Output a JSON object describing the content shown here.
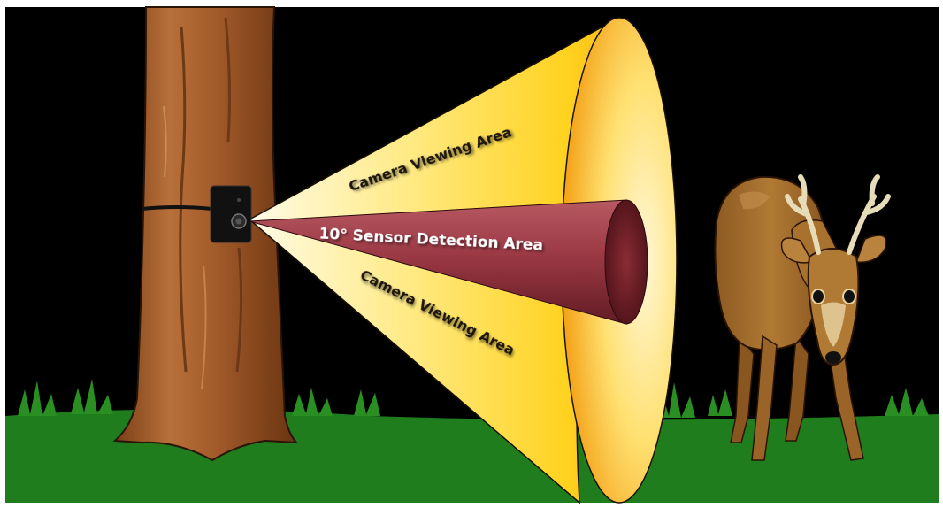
{
  "labels": {
    "camera_top": "Camera Viewing Area",
    "sensor": "10° Sensor Detection Area",
    "camera_bottom": "Camera Viewing Area"
  },
  "colors": {
    "sky": "#000000",
    "ground": "#1e7a1e",
    "grass": "#2a8f22",
    "bark": "#a05a2c",
    "bark_dark": "#5c2e0f",
    "camera_cone": "#ffd21f",
    "sensor_cone": "#8f2e38",
    "camera_device": "#111111",
    "deer": "#a8712e"
  },
  "icons": {
    "tree": "tree-trunk",
    "camera": "trail-camera",
    "deer": "deer"
  }
}
